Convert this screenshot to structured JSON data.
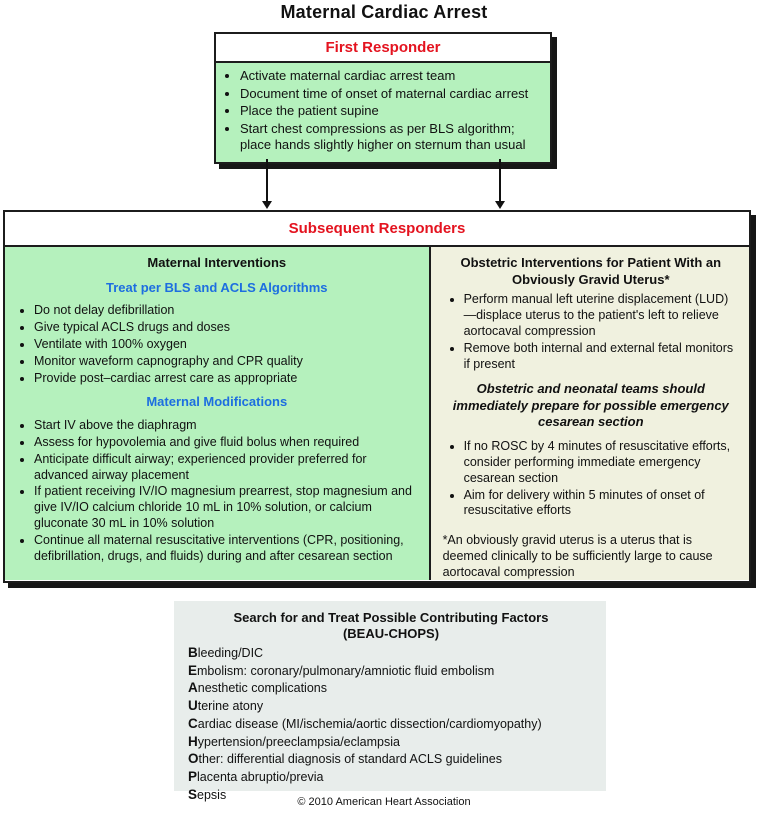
{
  "page": {
    "title": "Maternal Cardiac Arrest",
    "copyright": "© 2010 American Heart Association"
  },
  "colors": {
    "header_red": "#e4131f",
    "subtitle_blue": "#1d6ee0",
    "maternal_green": "#b5f1bd",
    "obstetric_cream": "#f0f1df",
    "factors_gray": "#e8edeb",
    "border_black": "#1c1c1c"
  },
  "first_responder": {
    "header": "First Responder",
    "bullets": [
      "Activate maternal cardiac arrest team",
      "Document time of onset of maternal cardiac arrest",
      "Place the patient supine",
      "Start chest compressions as per BLS algorithm; place hands slightly higher on sternum than usual"
    ]
  },
  "subsequent_responders": {
    "header": "Subsequent Responders",
    "maternal": {
      "title": "Maternal Interventions",
      "subtitle1": "Treat per BLS and ACLS Algorithms",
      "bullets1": [
        "Do not delay defibrillation",
        "Give typical ACLS drugs and doses",
        "Ventilate with 100% oxygen",
        "Monitor waveform capnography and CPR quality",
        "Provide post–cardiac arrest care as appropriate"
      ],
      "subtitle2": "Maternal Modifications",
      "bullets2": [
        "Start IV above the diaphragm",
        "Assess for hypovolemia and give fluid bolus when required",
        "Anticipate difficult airway; experienced provider preferred for advanced airway placement",
        "If patient receiving IV/IO magnesium prearrest, stop magnesium and give IV/IO calcium chloride 10 mL in 10% solution, or calcium gluconate 30 mL in 10% solution",
        "Continue all maternal resuscitative interventions (CPR, positioning, defibrillation, drugs, and fluids) during and after cesarean section"
      ]
    },
    "obstetric": {
      "title": "Obstetric Interventions for Patient With an Obviously Gravid Uterus*",
      "bullets1": [
        "Perform manual left uterine displacement (LUD)—displace uterus to the patient's left to relieve aortocaval compression",
        "Remove both internal and external fetal monitors if present"
      ],
      "emphasis": "Obstetric and neonatal teams should immediately prepare for possible emergency cesarean section",
      "bullets2": [
        "If no ROSC by 4 minutes of resuscitative efforts, consider performing immediate emergency cesarean section",
        "Aim for delivery within 5 minutes of onset of resuscitative efforts"
      ],
      "footnote": "*An obviously gravid uterus is a uterus that is deemed clinically to be sufficiently large to cause aortocaval compression"
    }
  },
  "contributing_factors": {
    "title_line1": "Search for and Treat Possible Contributing Factors",
    "title_line2": "(BEAU-CHOPS)",
    "items": [
      {
        "initial": "B",
        "rest": "leeding/DIC"
      },
      {
        "initial": "E",
        "rest": "mbolism: coronary/pulmonary/amniotic fluid embolism"
      },
      {
        "initial": "A",
        "rest": "nesthetic complications"
      },
      {
        "initial": "U",
        "rest": "terine atony"
      },
      {
        "initial": "C",
        "rest": "ardiac disease (MI/ischemia/aortic dissection/cardiomyopathy)"
      },
      {
        "initial": "H",
        "rest": "ypertension/preeclampsia/eclampsia"
      },
      {
        "initial": "O",
        "rest": "ther: differential diagnosis of standard ACLS guidelines"
      },
      {
        "initial": "P",
        "rest": "lacenta abruptio/previa"
      },
      {
        "initial": "S",
        "rest": "epsis"
      }
    ]
  }
}
